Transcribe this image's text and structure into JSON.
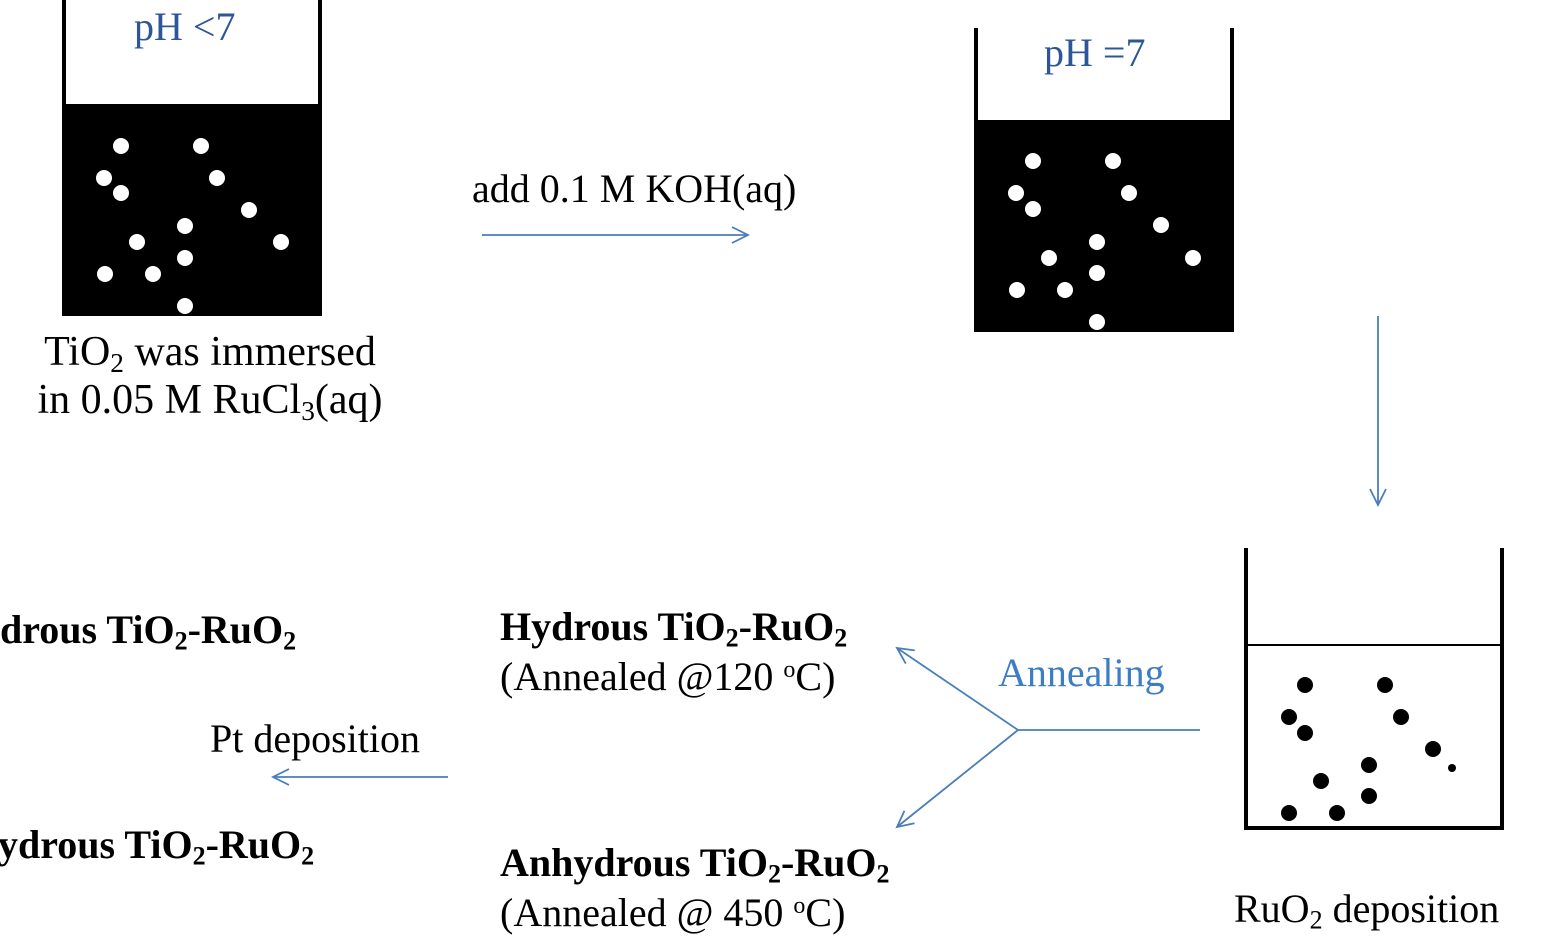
{
  "colors": {
    "arrow": "#4a7ebb",
    "ph_text": "#2e5597",
    "annealing_text": "#3d7dc6",
    "liquid": "#000000",
    "particle_on_black": "#ffffff",
    "particle_on_white": "#000000"
  },
  "beaker1": {
    "ph": "pH <7",
    "caption_l1_a": "TiO",
    "caption_l1_sub": "2",
    "caption_l1_b": " was immersed",
    "caption_l2_a": "in 0.05 M RuCl",
    "caption_l2_sub": "3",
    "caption_l2_b": "(aq)"
  },
  "step1": {
    "label": "add 0.1 M KOH(aq)"
  },
  "beaker2": {
    "ph": "pH =7"
  },
  "beaker3": {
    "caption_a": "RuO",
    "caption_sub": "2",
    "caption_b": " deposition"
  },
  "annealing": {
    "label": "Annealing"
  },
  "hydrous": {
    "a": "Hydrous TiO",
    "sub1": "2",
    "b": "-RuO",
    "sub2": "2",
    "cond_a": "(Annealed @120 ",
    "cond_sup": "o",
    "cond_b": "C)"
  },
  "anhydrous": {
    "a": "Anhydrous TiO",
    "sub1": "2",
    "b": "-RuO",
    "sub2": "2",
    "cond_a": "(Annealed @ 450 ",
    "cond_sup": "o",
    "cond_b": "C)"
  },
  "pt": {
    "label": "Pt deposition"
  },
  "left_hydrous": {
    "a": "drous TiO",
    "sub1": "2",
    "b": "-RuO",
    "sub2": "2"
  },
  "left_anhydrous": {
    "a": "ydrous TiO",
    "sub1": "2",
    "b": "-RuO",
    "sub2": "2"
  }
}
